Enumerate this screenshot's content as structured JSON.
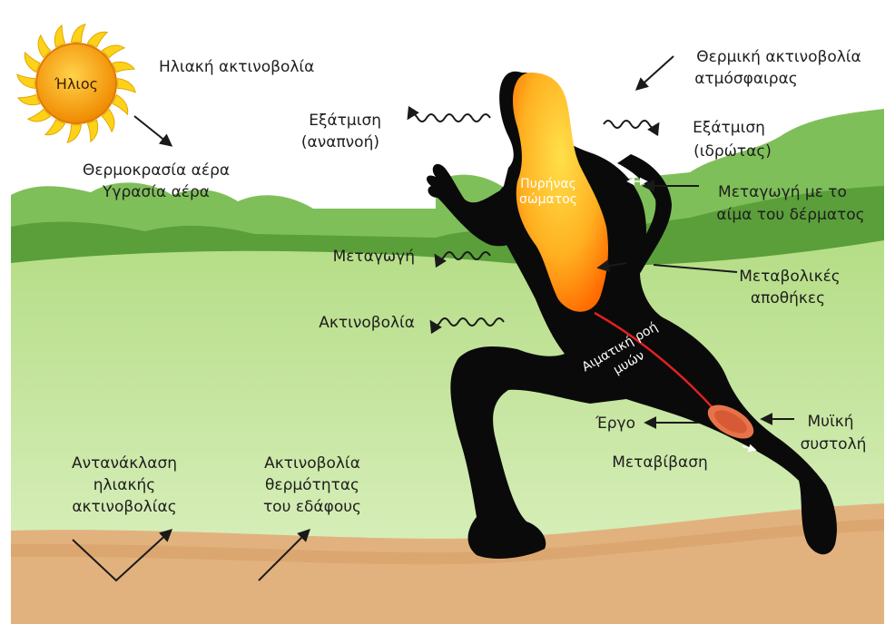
{
  "colors": {
    "sky": "#ffffff",
    "trees_far": "#7fbf5a",
    "trees_near": "#5a9f3a",
    "meadow_top": "#b5dd86",
    "meadow_bottom": "#dff2c6",
    "path": "#e2b27e",
    "silhouette": "#0a0a0a",
    "core": "#ffb020",
    "core_glow": "#ff6a00",
    "blood_flow": "#e02020",
    "muscle": "#e8734a",
    "sun_body": "#f5a300",
    "sun_rays": "#ffd21a",
    "arrow": "#1a1a1a"
  },
  "labels": {
    "sun": "Ήλιος",
    "solar_radiation": "Ηλιακή ακτινοβολία",
    "air_temp": "Θερμοκρασία αέρα",
    "air_humidity": "Υγρασία αέρα",
    "evap_breath_1": "Εξάτμιση",
    "evap_breath_2": "(αναπνοή)",
    "atm_radiation_1": "Θερμική ακτινοβολία",
    "atm_radiation_2": "ατμόσφαιρας",
    "evap_sweat_1": "Εξάτμιση",
    "evap_sweat_2": "(ιδρώτας)",
    "core_1": "Πυρήνας",
    "core_2": "σώματος",
    "skin_blood_1": "Μεταγωγή με το",
    "skin_blood_2": "αίμα του δέρματος",
    "convection": "Μεταγωγή",
    "metabolic_1": "Μεταβολικές",
    "metabolic_2": "αποθήκες",
    "radiation": "Ακτινοβολία",
    "muscle_flow_1": "Αιματική ροή",
    "muscle_flow_2": "μυών",
    "work": "Έργο",
    "contraction_1": "Μυϊκή",
    "contraction_2": "συστολή",
    "conduction": "Μεταβίβαση",
    "reflection_1": "Αντανάκλαση",
    "reflection_2": "ηλιακής",
    "reflection_3": "ακτινοβολίας",
    "ground_rad_1": "Ακτινοβολία",
    "ground_rad_2": "θερμότητας",
    "ground_rad_3": "του εδάφους"
  },
  "icons": {
    "sun": "sun-icon",
    "runner": "runner-silhouette",
    "arrows": "arrow-icon",
    "waves": "wavy-arrow-icon"
  }
}
